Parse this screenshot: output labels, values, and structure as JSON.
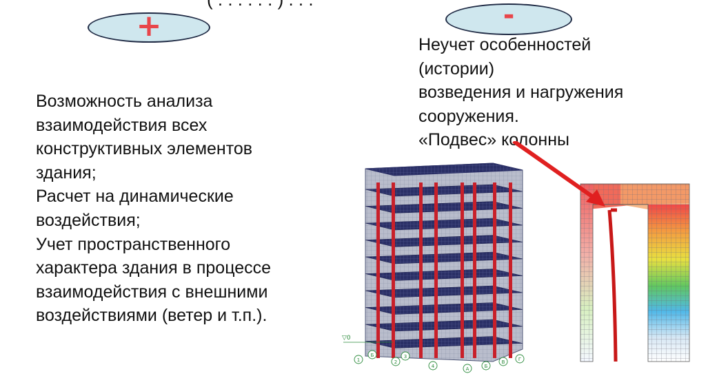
{
  "top_cut_text": "( . . . . . . ) . . .",
  "plus_oval": {
    "symbol": "+"
  },
  "minus_oval": {
    "symbol": "-"
  },
  "left_text": {
    "lines": [
      "Возможность анализа",
      "взаимодействия всех",
      "конструктивных элементов",
      "здания;",
      "Расчет на динамические",
      "воздействия;",
      "Учет пространственного",
      "характера здания в процессе",
      "взаимодействия с внешними",
      "воздействиями (ветер и т.п.)."
    ]
  },
  "right_text": {
    "lines": [
      "Неучет особенностей",
      "(истории)",
      "возведения и нагружения",
      "сооружения.",
      "«Подвес» колонны"
    ]
  },
  "axis_labels": [
    "1",
    "Б",
    "2",
    "3",
    "4",
    "А",
    "Б",
    "В",
    "Г"
  ],
  "colors": {
    "oval_fill": "#cfe7ee",
    "accent_red": "#e8454a",
    "arrow_red": "#e02020"
  }
}
